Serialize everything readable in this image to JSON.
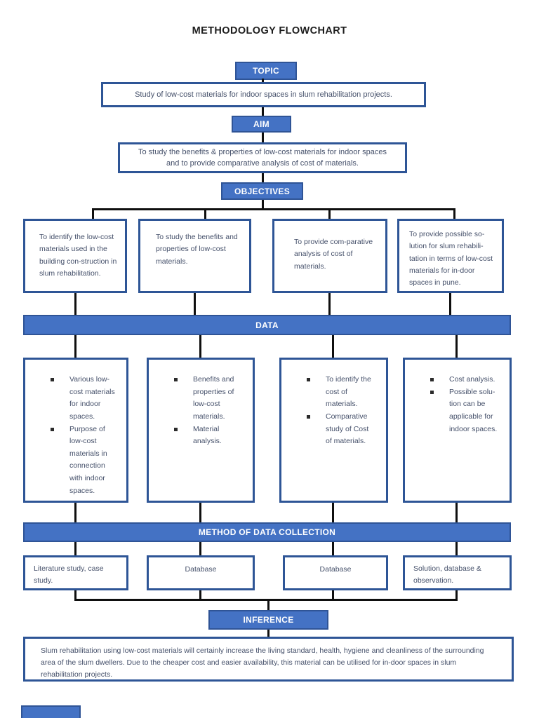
{
  "title": "METHODOLOGY FLOWCHART",
  "colors": {
    "bar_fill": "#4472C4",
    "bar_border": "#2F5496",
    "box_border": "#2E5596",
    "connector": "#0f0f0f",
    "body_text": "#45506a"
  },
  "bars": {
    "topic": "TOPIC",
    "aim": "AIM",
    "objectives": "OBJECTIVES",
    "data": "DATA",
    "method": "METHOD OF DATA COLLECTION",
    "inference": "INFERENCE"
  },
  "topic_text": "Study of low-cost materials for indoor spaces in slum rehabilitation projects.",
  "aim_lines": [
    "To study the benefits & properties of low-cost materials for indoor spaces",
    "and to provide comparative analysis of cost of materials."
  ],
  "objectives": [
    "To identify the low-cost materials used in the building con-struction in slum rehabilitation.",
    "To study the benefits and properties of low-cost materials.",
    "To provide com-parative analysis of cost of materials.",
    "To provide possible so-lution for slum rehabili-tation in terms of low-cost materials for in-door spaces in pune."
  ],
  "data_boxes": [
    {
      "bullets": [
        "Various low-cost materials for indoor spaces.",
        "Purpose of low-cost materials in connection with indoor spaces."
      ]
    },
    {
      "bullets": [
        "Benefits and properties of low-cost materials.",
        "Material analysis."
      ]
    },
    {
      "bullets": [
        "To identify the cost of materials.",
        "Comparative study of Cost of materials."
      ]
    },
    {
      "bullets": [
        "Cost analysis.",
        "Possible solu-tion can be applicable for indoor spaces."
      ]
    }
  ],
  "method_boxes": [
    "Literature study, case study.",
    "Database",
    "Database",
    "Solution, database & observation."
  ],
  "inference_text": "Slum rehabilitation using low-cost materials will certainly increase the living standard, health, hygiene and cleanliness of the surrounding area of the slum dwellers. Due to the cheaper cost and easier availability, this material can be utilised for in-door spaces in slum rehabilitation projects."
}
